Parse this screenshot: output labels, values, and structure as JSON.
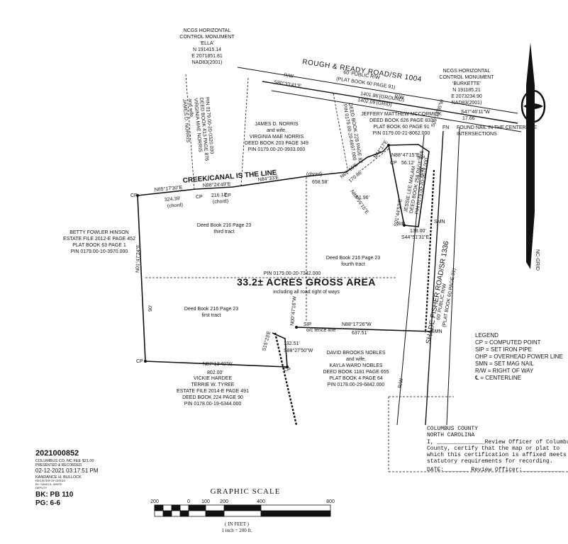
{
  "road_top": {
    "name": "ROUGH & READY ROAD/SR 1004",
    "row": "60' PUBLIC R/W",
    "plat": "(PLAT BOOK 60 PAGE 91)",
    "rw_left": "R/W",
    "rw_right": "R/W",
    "bearing": "S80°33'41\"E",
    "ground": "1401.86'(GROUND)",
    "grid": "1402.09'(GRID)"
  },
  "monument_ella": [
    "NCGS HORIZONTAL",
    "CONTROL MONUMENT",
    "'ELLA'",
    "N 191415.14",
    "E 2071851.81",
    "NAD83(2001)"
  ],
  "monument_burkette": [
    "NCGS HORIZONTAL",
    "CONTROL MONUMENT",
    "'BURKETTE'",
    "N 191185.21",
    "E 2073234.90",
    "NAD83(2001)"
  ],
  "tie": {
    "fn": "FN",
    "bearing": "S47°46'11\"W",
    "dist": "17.66'"
  },
  "found_nail": [
    "FOUND NAIL IN THE CENTERLINE",
    "INTERSECTIONS"
  ],
  "north_label": "NC-GRID",
  "owners": {
    "norris_rot": [
      "JAMES D. NORRIS",
      "and wife,",
      "VIRGINIA MAE NORRIS",
      "DEED BOOK 413 PAGE 876",
      "PIN 0179.00-20-0320.000"
    ],
    "norris": [
      "JAMES D. NORRIS",
      "and wife,",
      "VIRGINIA MAE NORRIS",
      "DEED BOOK 203 PAGE 349",
      "PIN 0179.00-20-3933.000"
    ],
    "deed_rot": [
      "DEED BOOK 228 PAGE 82",
      "PIN 0179.00-20-6697.000"
    ],
    "mccormick": [
      "JEFFERY MATTHEW MCCORMICK",
      "DEED BOOK 626 PAGE 833",
      "PLAT BOOK 60 PAGE 91",
      "PIN 0179.00-21-8062.000"
    ],
    "malam": [
      "JESSIE LEE MALAM",
      "DEED BOOK 258 PAGE 165",
      "PIN 0179.00-20-9678.000"
    ],
    "hinson": [
      "BETTY FOWLER HINSON",
      "ESTATE FILE 2012-E PAGE 452",
      "PLAT BOOK 63 PAGE 1",
      "PIN 0179.00-10-3970.000"
    ],
    "nobles": [
      "DAVID BROOKS NOBLES",
      "and wife,",
      "KAYLA WARD NOBLES",
      "DEED BOOK 1181 PAGE 655",
      "PLAT BOOK 4 PAGE 64",
      "PIN 0178.00-29-6842.000"
    ],
    "hardee": [
      "VICKIE HARDEE",
      "TERRIE W. TYREE",
      "ESTATE FILE 2014-E PAGE 491",
      "DEED BOOK 224 PAGE 90",
      "PIN 0178.00-19-6344.000"
    ]
  },
  "creek": "CREEK/CANAL IS THE LINE",
  "tracts": {
    "third": [
      "Deed Book 216 Page 23",
      "third tract"
    ],
    "fourth": [
      "Deed Book 216 Page 23",
      "fourth tract"
    ],
    "first": [
      "Deed Book 216 Page 23",
      "first tract"
    ]
  },
  "parcel": {
    "pin": "PIN 0179.00-20-7342.000",
    "area": "33.2± ACRES GROSS AREA",
    "note": "including all road right of ways"
  },
  "calls": {
    "n85": "N85°17'30\"E",
    "d324": "324.39'",
    "chord1": "(chord)",
    "n88_top": "N88°24'49\"E",
    "d216": "216.13'",
    "chord2": "(chord)",
    "n84": "N84°33'E",
    "chord3": "(chord)",
    "d658": "658.58'",
    "n62": "N62°16'E",
    "d170": "170.66'",
    "n88_55": "N88°55'15\"E",
    "d6196": "61.96'",
    "n44": "N44°17'E",
    "n88_47": "N88°47'15\"E",
    "d5612": "56.12'",
    "s09": "S09°16'35\"W",
    "s01": "S01°44'53\"E",
    "d138": "138.00'",
    "s44": "S44°51'31\"E",
    "n88_17": "N88°17'26\"W",
    "d637": "637.51'",
    "fence": "o/c fence line",
    "n01_left": "N01°47'24\"E",
    "d90": "90'",
    "n87": "N87°13'40\"W",
    "d802": "802.00'",
    "n00": "N00°47'16\"W",
    "d132": "132.51'",
    "s88": "S88°27'50\"W",
    "s15": "S15°23'E"
  },
  "pts": {
    "cp": "CP",
    "sip": "SIP",
    "smn": "SMN"
  },
  "road_right": {
    "name": "SHADE FISHER ROAD/SR 1336",
    "row": "60' PUBLIC R/W",
    "plat": "(PLAT BOOK 60 PAGE 91)",
    "rw": "R/W"
  },
  "legend": {
    "title": "LEGEND",
    "items": [
      "CP = COMPUTED POINT",
      "SIP = SET IRON PIPE",
      "OHP = OVERHEAD POWER LINE",
      "SMN = SET MAG NAIL",
      "R/W = RIGHT OF WAY",
      "℄ = CENTERLINE"
    ]
  },
  "review": {
    "county": "COLUMBUS COUNTY",
    "state": "NORTH CAROLINA",
    "lines": [
      "I, ______________Review Officer of Columbus",
      "County, certify that the map or plat to",
      "which this certification is affixed meets all",
      "statutory requirements for recording."
    ],
    "date_line": "DATE:_______ Review Officer:____________"
  },
  "recording": {
    "number": "2021000852",
    "county_fee": "COLUMBUS CO, NC FEE $21.00",
    "presented": "PRESENTED & RECORDED",
    "datetime": "02-12-2021 03:17:51 PM",
    "register": "KANDANCE H. BULLOCK",
    "register_title": "REGISTER OF DEEDS",
    "by": "BY: DAVIS A. WHITE",
    "dep": "DEPUTY",
    "book": "BK: PB 110",
    "page": "PG: 6-6"
  },
  "scale": {
    "title": "GRAPHIC SCALE",
    "ticks": [
      "200",
      "0",
      "100",
      "200",
      "400",
      "800"
    ],
    "unit": "( IN FEET )",
    "ratio": "1 inch = 200 ft."
  }
}
